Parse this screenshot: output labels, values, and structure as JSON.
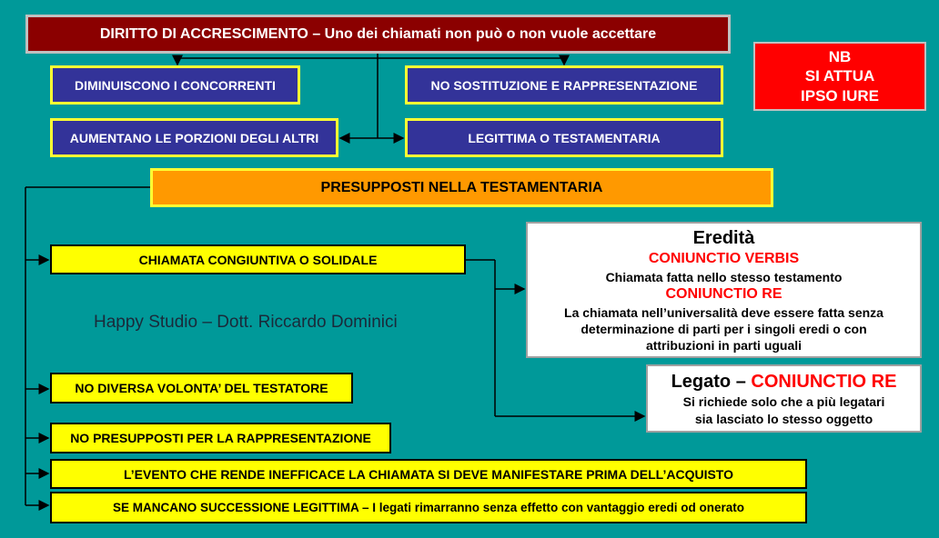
{
  "title": "DIRITTO DI ACCRESCIMENTO – Uno dei chiamati non può o non vuole accettare",
  "nb": [
    "NB",
    "SI ATTUA",
    "IPSO IURE"
  ],
  "top_boxes": {
    "diminuiscono": "DIMINUISCONO I CONCORRENTI",
    "no_sostituzione": "NO SOSTITUZIONE E RAPPRESENTAZIONE",
    "aumentano": "AUMENTANO LE PORZIONI DEGLI ALTRI",
    "legittima": "LEGITTIMA O TESTAMENTARIA"
  },
  "presupposti": "PRESUPPOSTI NELLA TESTAMENTARIA",
  "conditions": {
    "chiamata": "CHIAMATA CONGIUNTIVA O SOLIDALE",
    "no_diversa": "NO DIVERSA VOLONTA’ DEL TESTATORE",
    "no_presupposti": "NO PRESUPPOSTI PER LA RAPPRESENTAZIONE",
    "evento": "L’EVENTO CHE RENDE INEFFICACE LA CHIAMATA SI DEVE MANIFESTARE PRIMA DELL’ACQUISTO",
    "mancano": "SE MANCANO SUCCESSIONE LEGITTIMA – I legati rimarranno senza effetto con vantaggio eredi od onerato"
  },
  "watermark": "Happy Studio – Dott. Riccardo Dominici",
  "eredita": {
    "heading": "Eredità",
    "verbis": "CONIUNCTIO VERBIS",
    "verbis_desc": "Chiamata fatta nello stesso testamento",
    "re": "CONIUNCTIO RE",
    "re_desc_1": "La chiamata nell’universalità deve essere fatta senza",
    "re_desc_2": "determinazione di parti per i singoli eredi o con",
    "re_desc_3": "attribuzioni in parti uguali"
  },
  "legato": {
    "heading": "Legato –",
    "re": "CONIUNCTIO RE",
    "desc_1": "Si richiede solo che a più legatari",
    "desc_2": "sia lasciato lo stesso oggetto"
  },
  "colors": {
    "background": "#009999",
    "title_box": "#8b0000",
    "blue_box": "#333399",
    "yellow_box": "#ffff00",
    "orange_box": "#ff9900",
    "nb_box": "#ff0000"
  }
}
